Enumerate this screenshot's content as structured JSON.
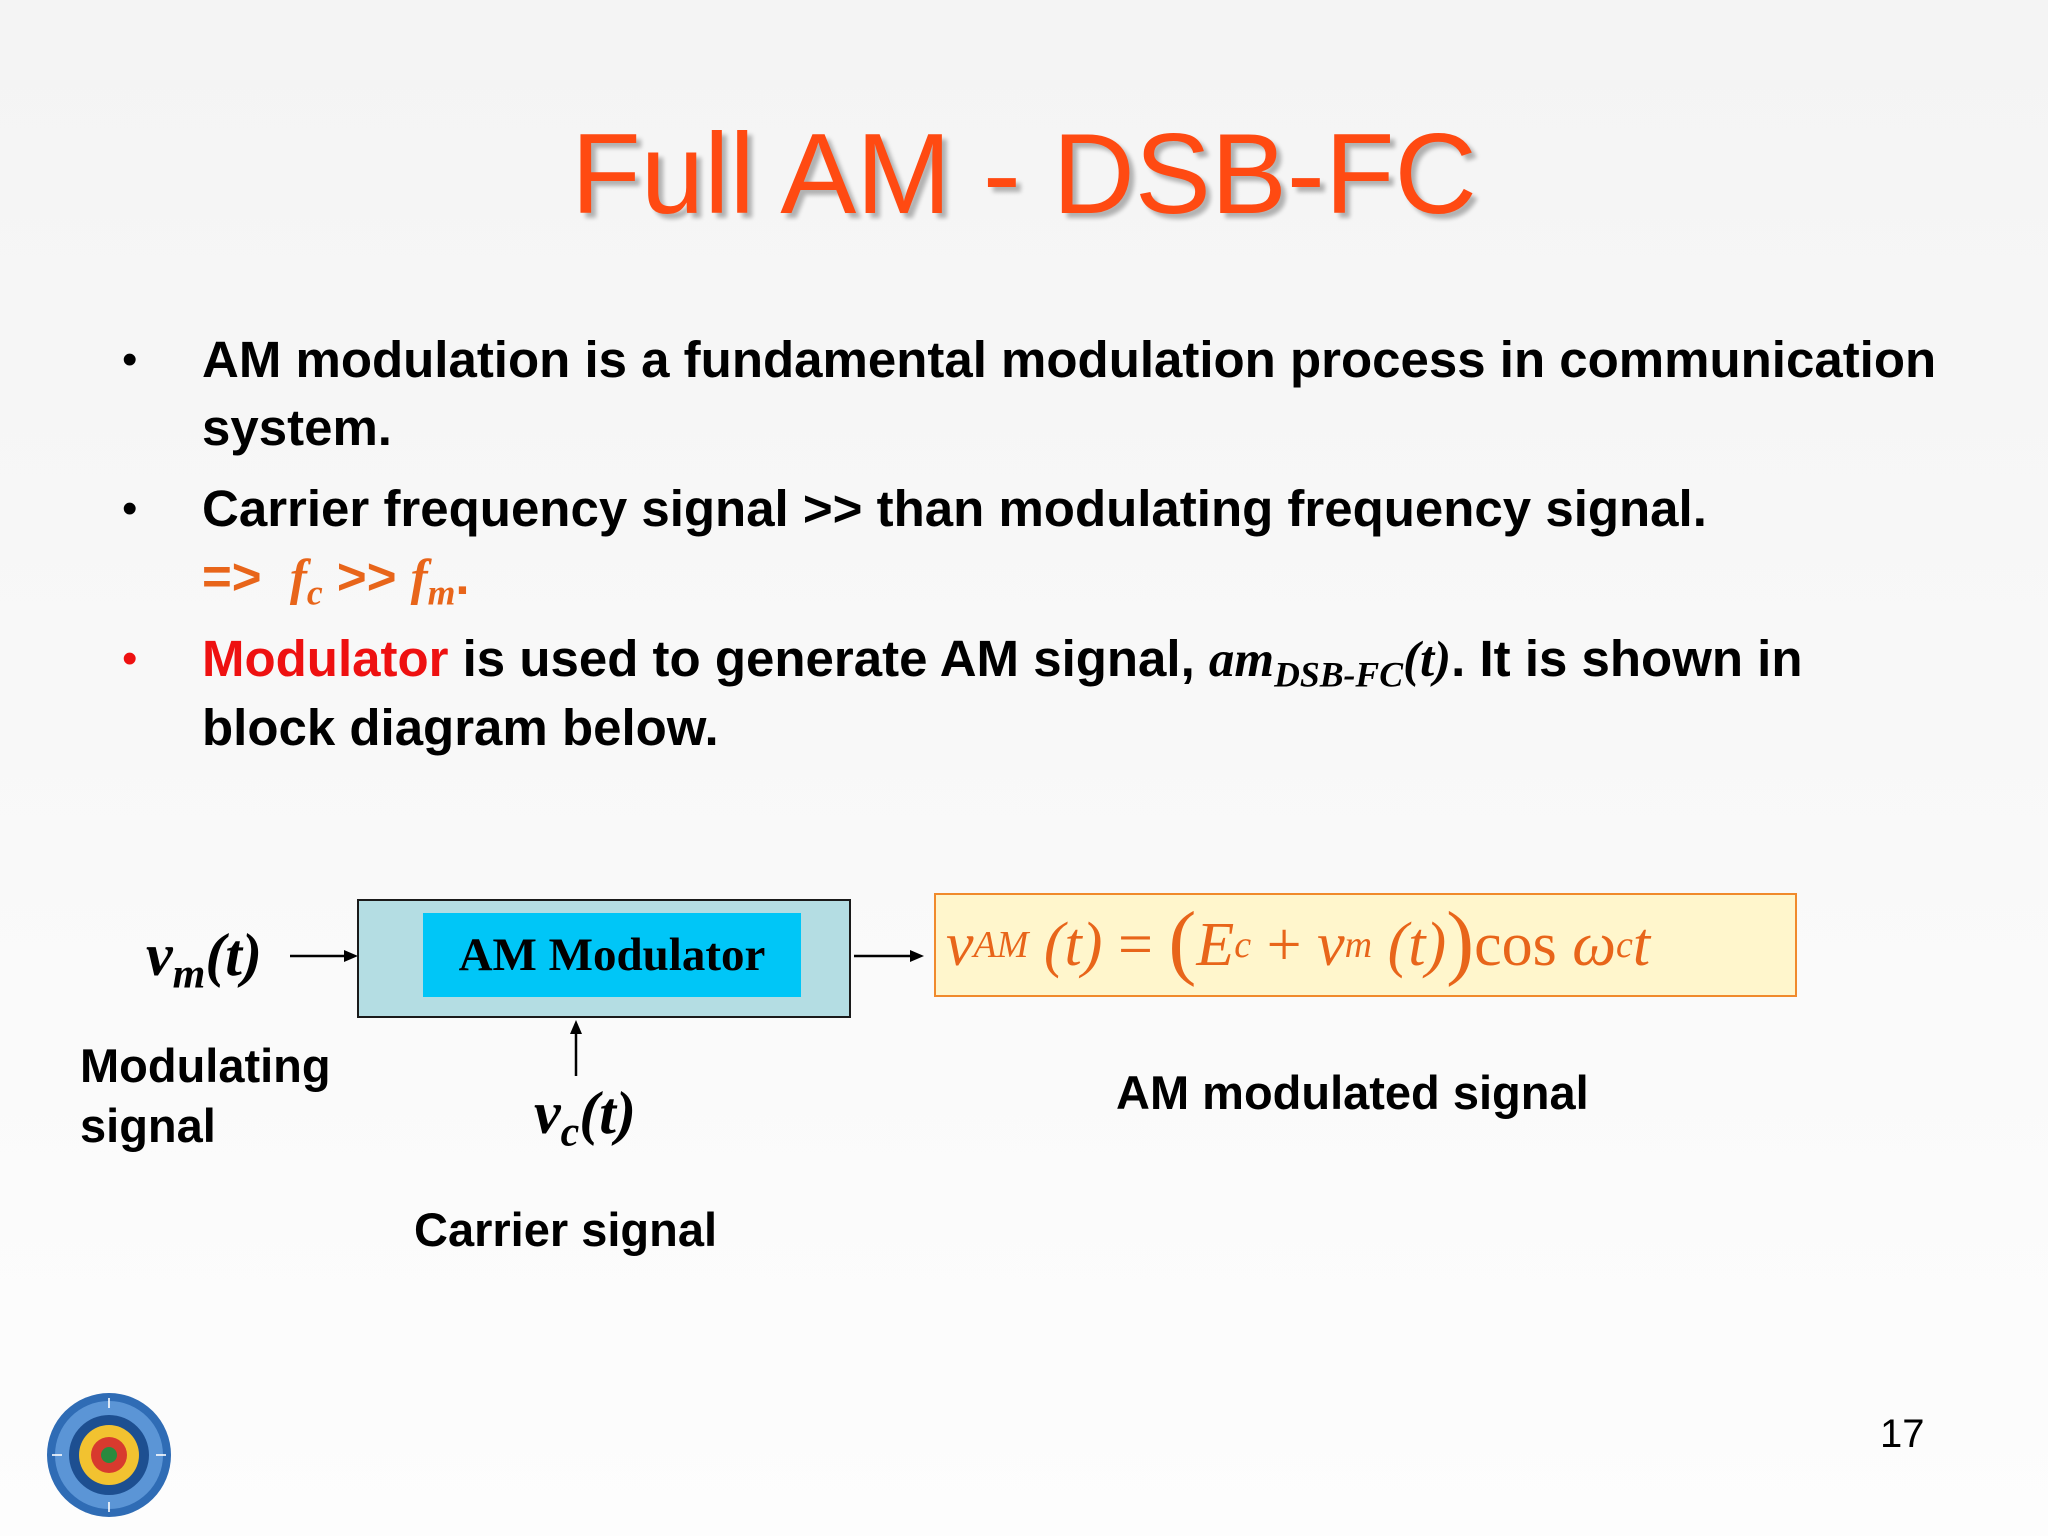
{
  "slide": {
    "title": "Full AM - DSB-FC",
    "page_number": "17"
  },
  "bullets": {
    "b1_text": "AM modulation is a fundamental modulation process in communication system.",
    "b2_text": "Carrier frequency signal >> than modulating frequency signal.",
    "b2_arrow": "=>",
    "b2_fc": "f",
    "b2_fc_sub": "c",
    "b2_gg": ">>",
    "b2_fm": "f",
    "b2_fm_sub": "m",
    "b2_end": ".",
    "b3_highlight": "Modulator",
    "b3_text_a": "is used to generate AM signal,",
    "b3_am": "am",
    "b3_am_sub": "DSB-FC",
    "b3_am_arg": "(t)",
    "b3_text_b": ". It is shown in block diagram below."
  },
  "diagram": {
    "input_signal": "v",
    "input_sub": "m",
    "input_arg": "(t)",
    "input_caption_1": "Modulating",
    "input_caption_2": "signal",
    "modulator_label": "AM Modulator",
    "carrier_signal": "v",
    "carrier_sub": "c",
    "carrier_arg": "(t)",
    "carrier_caption": "Carrier signal",
    "output_caption": "AM modulated signal",
    "equation": {
      "lhs": "v",
      "lhs_sub": "AM",
      "lhs_arg": "(t)",
      "eq": "=",
      "lparen": "(",
      "Ec": "E",
      "Ec_sub": "c",
      "plus": "+",
      "vm": "v",
      "vm_sub": "m",
      "vm_arg": "(t)",
      "rparen": ")",
      "cos": "cos",
      "omega": "ω",
      "omega_sub": "c",
      "t": "t"
    }
  },
  "colors": {
    "title": "#ff4a12",
    "accent_orange": "#e8651a",
    "accent_red": "#ee1111",
    "modulator_outer": "#b4dde3",
    "modulator_inner": "#00c6f7",
    "equation_bg": "#fff6cc"
  },
  "logo": {
    "icon": "university-seal-icon"
  }
}
